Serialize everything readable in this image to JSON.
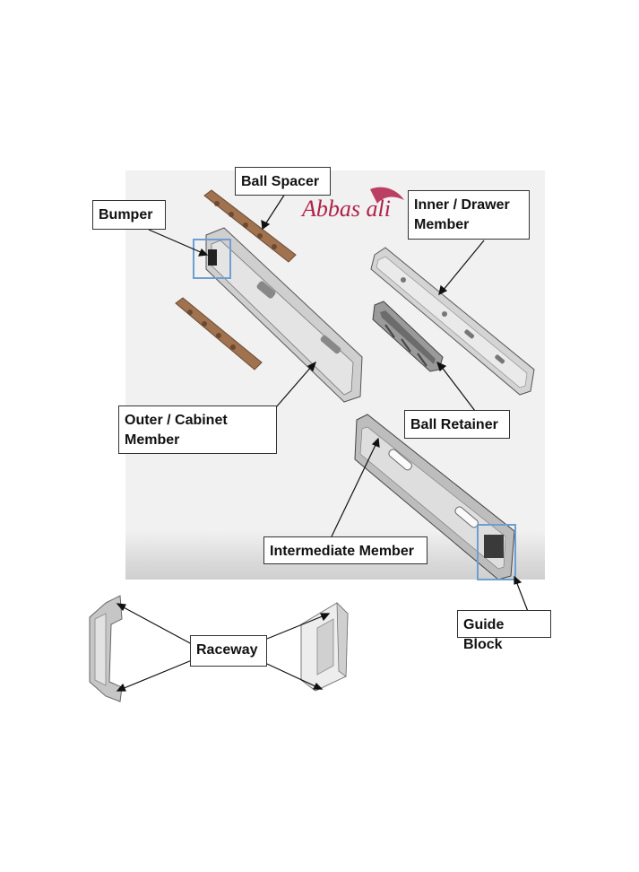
{
  "labels": {
    "ball_spacer": "Ball Spacer",
    "bumper": "Bumper",
    "inner_drawer_member": "Inner / Drawer\nMember",
    "outer_cabinet_member": "Outer / Cabinet\nMember",
    "ball_retainer": "Ball Retainer",
    "intermediate_member": "Intermediate Member",
    "guide_block": "Guide Block",
    "raceway": "Raceway"
  },
  "logo": {
    "text": "Abbas ali",
    "color": "#b0204a"
  },
  "colors": {
    "highlight_box": "#6f9fd0",
    "ball_spacer": "#a0724f",
    "steel": "#c8c8c8",
    "leader_line": "#111111"
  }
}
